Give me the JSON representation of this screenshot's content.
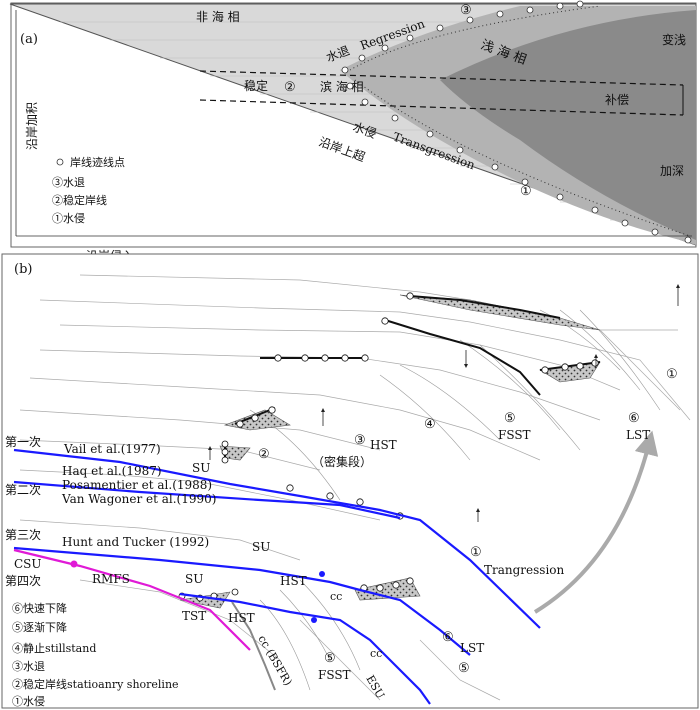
{
  "panel_a": {
    "label": "(a)",
    "nonmarine": "非 海 相",
    "circle3": "③",
    "regression_cn": "水退",
    "regression_en": "Regression",
    "shallow_marine": "浅    海    相",
    "shoaling": "变浅",
    "stable": "稳定",
    "circle2": "②",
    "shoreface": "滨 海 相",
    "compensation": "补偿",
    "transgression_cn": "水侵",
    "transgression_en": "Transgression",
    "onlap": "沿岸上超",
    "deepening": "加深",
    "circle1": "①",
    "aggradation": "沿岸加积",
    "encroachment": "沿岸侵入",
    "legend": {
      "shoreline_point": "岸线迹线点",
      "item3": "③水退",
      "item2": "②稳定岸线",
      "item1": "①水侵"
    }
  },
  "panel_b": {
    "label": "(b)",
    "first": "第一次",
    "vail": "Vail et al.(1977)",
    "second": "第二次",
    "haq": "Haq et al.(1987)",
    "posamentier": "Posamentier et al.(1988)",
    "van_wagoner": "Van Wagoner et al.(1990)",
    "third": "第三次",
    "hunt": "Hunt and Tucker (1992)",
    "fourth": "第四次",
    "csu": "CSU",
    "rmfs": "RMFS",
    "su1": "SU",
    "su2": "SU",
    "su3": "SU",
    "tst": "TST",
    "hst1": "HST",
    "hst2": "HST",
    "hst3": "HST",
    "cc1": "cc",
    "cc2": "cc",
    "cc3": "cc (BSFR)",
    "fsst1": "FSST",
    "fsst2": "FSST",
    "lst1": "LST",
    "lst2": "LST",
    "esu": "ESU",
    "condensed": "（密集段）",
    "trangression": "Trangression",
    "n1a": "①",
    "n1b": "①",
    "n2": "②",
    "n3": "③",
    "n4": "④",
    "n5a": "⑤",
    "n5b": "⑤",
    "n5c": "⑤",
    "n6a": "⑥",
    "n6b": "⑥",
    "legend": {
      "item6": "⑥快速下降",
      "item5": "⑤逐渐下降",
      "item4": "④静止stillstand",
      "item3": "③水退",
      "item2": "②稳定岸线statioanry shoreline",
      "item1": "①水侵"
    }
  }
}
